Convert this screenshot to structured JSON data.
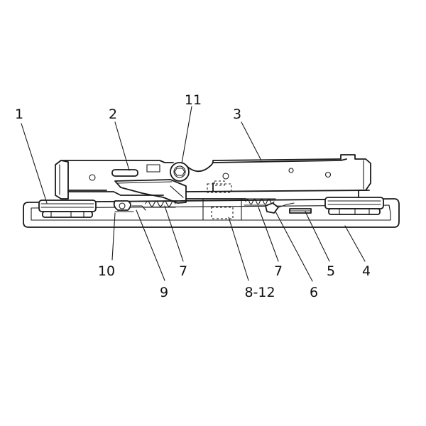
{
  "callouts": {
    "c1": "1",
    "c2": "2",
    "c3": "3",
    "c4": "4",
    "c5": "5",
    "c6": "6",
    "c7a": "7",
    "c7b": "7",
    "c8": "8-12",
    "c9": "9",
    "c10": "10",
    "c11": "11"
  }
}
